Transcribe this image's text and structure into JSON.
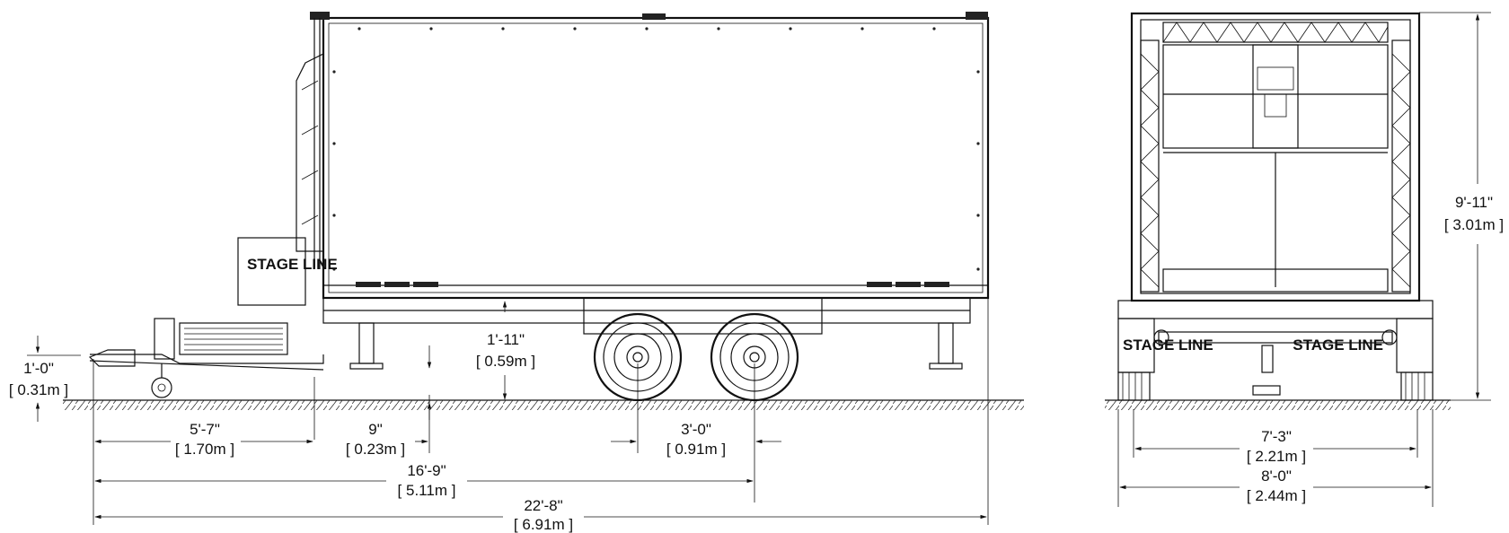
{
  "side_view": {
    "logo_text": "STAGE LINE",
    "dimensions": {
      "hitch_height": {
        "imperial": "1'-0\"",
        "metric": "[ 0.31m ]"
      },
      "hitch_to_box": {
        "imperial": "5'-7\"",
        "metric": "[ 1.70m ]"
      },
      "box_overhang": {
        "imperial": "9\"",
        "metric": "[ 0.23m ]"
      },
      "box_clearance": {
        "imperial": "1'-11\"",
        "metric": "[ 0.59m ]"
      },
      "axle_spacing": {
        "imperial": "3'-0\"",
        "metric": "[ 0.91m ]"
      },
      "hitch_to_rear_axle": {
        "imperial": "16'-9\"",
        "metric": "[ 5.11m ]"
      },
      "overall_length": {
        "imperial": "22'-8\"",
        "metric": "[ 6.91m ]"
      }
    }
  },
  "rear_view": {
    "logo_text": "STAGE LINE",
    "dimensions": {
      "overall_height": {
        "imperial": "9'-11\"",
        "metric": "[ 3.01m ]"
      },
      "track_width": {
        "imperial": "7'-3\"",
        "metric": "[ 2.21m ]"
      },
      "overall_width": {
        "imperial": "8'-0\"",
        "metric": "[ 2.44m ]"
      }
    }
  }
}
